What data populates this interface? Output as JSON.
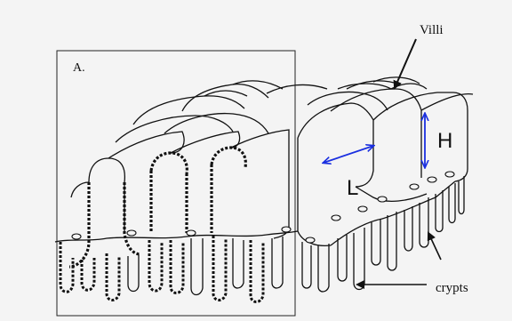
{
  "figure": {
    "panel_label": "A.",
    "labels": {
      "villi": "Villi",
      "crypts": "crypts",
      "height": "H",
      "length": "L"
    },
    "colors": {
      "ink": "#111111",
      "measure": "#1a2fe0",
      "background": "#f4f4f4"
    }
  }
}
